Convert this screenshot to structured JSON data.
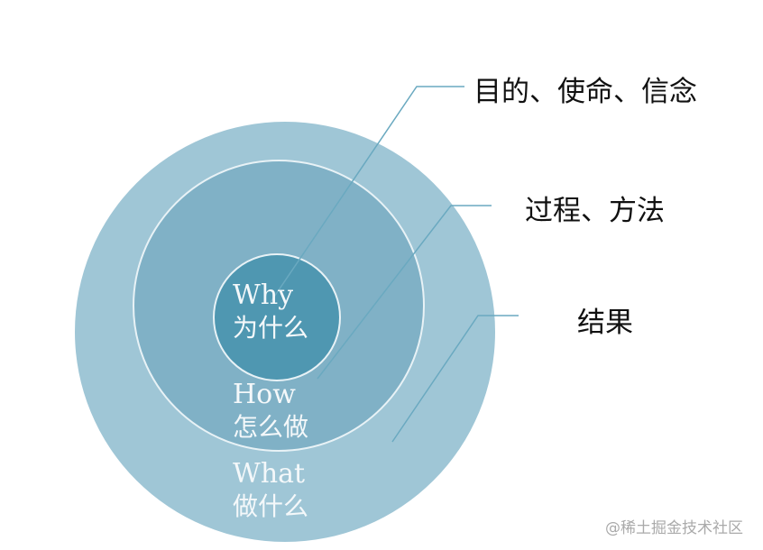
{
  "circles": {
    "why": {
      "en": "Why",
      "zh": "为什么",
      "color": "#4f97b1"
    },
    "how": {
      "en": "How",
      "zh": "怎么做",
      "color": "#80b1c6"
    },
    "what": {
      "en": "What",
      "zh": "做什么",
      "color": "#9fc6d6"
    }
  },
  "labels": {
    "why": "目的、使命、信念",
    "how": "过程、方法",
    "what": "结果"
  },
  "watermark": "@稀土掘金技术社区"
}
